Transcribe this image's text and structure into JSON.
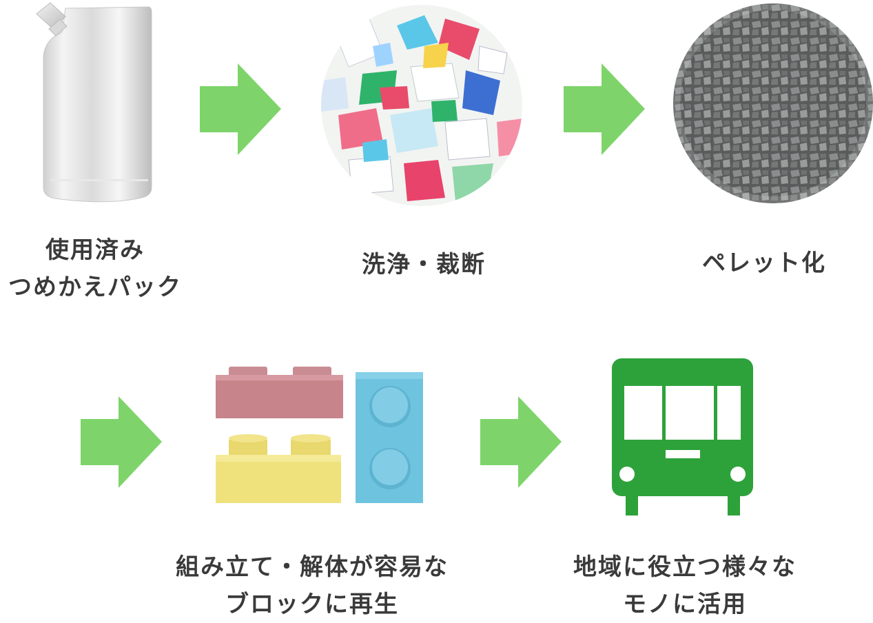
{
  "steps": {
    "used_pack": {
      "line1": "使用済み",
      "line2": "つめかえパック"
    },
    "wash_cut": {
      "label": "洗浄・裁断"
    },
    "pellet": {
      "label": "ペレット化"
    },
    "blocks": {
      "line1": "組み立て・解体が容易な",
      "line2": "ブロックに再生"
    },
    "community": {
      "line1": "地域に役立つ様々な",
      "line2": "モノに活用"
    }
  },
  "colors": {
    "arrow": "#7ed46a",
    "bus": "#2ea23a",
    "label_text": "#3a3a3a"
  },
  "icons": [
    "refill-pouch-icon",
    "arrow-right-icon",
    "shredded-plastic-icon",
    "pellets-icon",
    "toy-blocks-icon",
    "bus-icon"
  ]
}
